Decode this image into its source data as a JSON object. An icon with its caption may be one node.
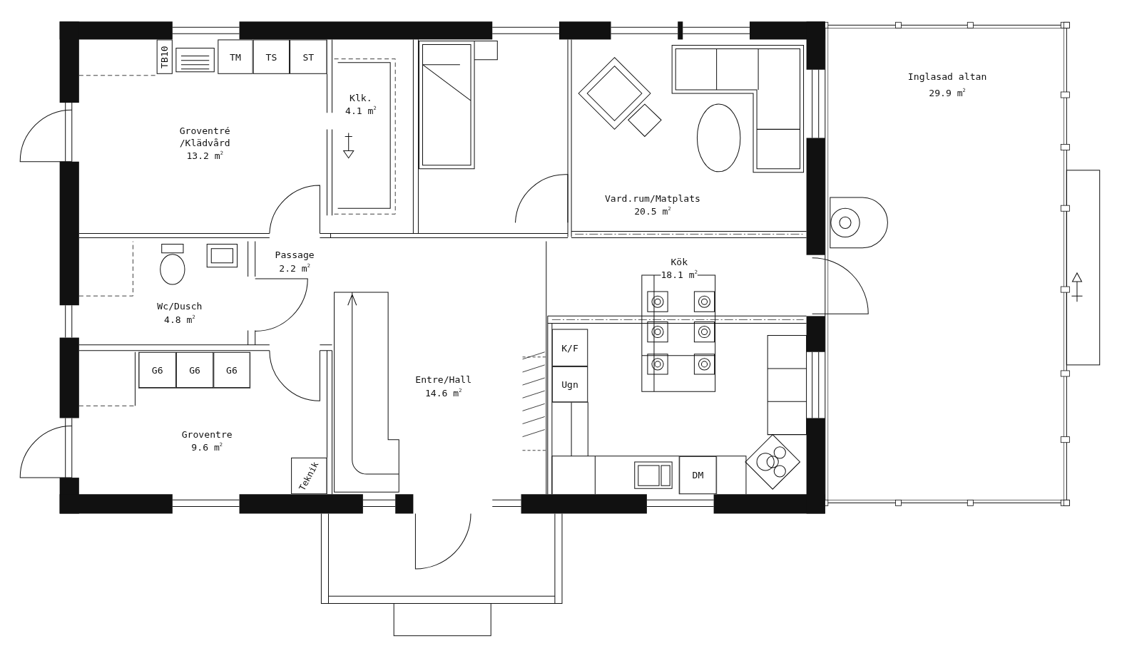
{
  "diagram": {
    "nodes": [
      {
        "text": [
          "TB10"
        ]
      },
      {
        "text": [
          "TM"
        ]
      },
      {
        "text": [
          "TS"
        ]
      },
      {
        "text": [
          "ST"
        ]
      },
      {
        "text": [
          "G6"
        ]
      },
      {
        "text": [
          "G6"
        ]
      },
      {
        "text": [
          "G6"
        ]
      },
      {
        "text": [
          "K/F"
        ]
      },
      {
        "text": [
          "Ugn"
        ]
      },
      {
        "text": [
          "DM"
        ]
      },
      {
        "text": [
          "Teknik"
        ]
      }
    ],
    "labels": [
      "Inglasad altan",
      "29.9 m$^{2}$",
      "Klk.",
      "4.1 m$^{2}$",
      "Groventré /Klädvård",
      "13.2 m$^{2}$",
      "Vard.rum/Matplats",
      "20.5 m$^{2}$",
      "Passage",
      "2.2 m$^{2}$",
      "Kök",
      "18.1 m$^{2}$",
      "Wc/Dusch",
      "4.8 m$^{2}$",
      "Entre/Hall",
      "14.6 m$^{2}$",
      "Groventre",
      "9.6 m$^{2}$"
    ]
  }
}
